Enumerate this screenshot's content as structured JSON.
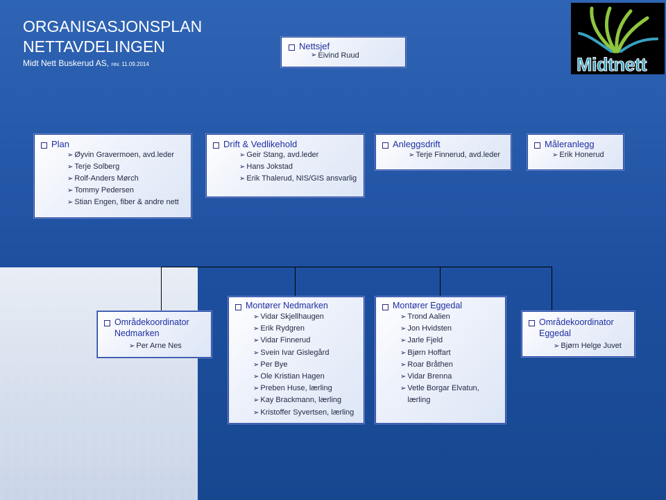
{
  "header": {
    "title_line1": "ORGANISASJONSPLAN",
    "title_line2": "NETTAVDELINGEN",
    "subtitle": "Midt Nett Buskerud AS,",
    "rev": "rev. 11.09.2014"
  },
  "logo": {
    "text": "Midtnett",
    "icon": "leaf-logo-icon"
  },
  "colors": {
    "background": "#1f4f9a",
    "box_text": "#1f2fa0",
    "box_border": "#1a3fa0"
  },
  "nettsjef": {
    "title": "Nettsjef",
    "members": [
      "Eivind Ruud"
    ]
  },
  "row1": [
    {
      "title": "Plan",
      "members": [
        "Øyvin Gravermoen, avd.leder",
        "Terje Solberg",
        "Rolf-Anders Mørch",
        "Tommy Pedersen",
        "Stian Engen, fiber & andre nett"
      ]
    },
    {
      "title": "Drift & Vedlikehold",
      "members": [
        "Geir Stang, avd.leder",
        "Hans Jokstad",
        "Erik Thalerud, NIS/GIS ansvarlig"
      ]
    },
    {
      "title": "Anleggsdrift",
      "members": [
        "Terje Finnerud, avd.leder"
      ]
    },
    {
      "title": "Måleranlegg",
      "members": [
        "Erik Honerud"
      ]
    }
  ],
  "row2": [
    {
      "title": "Områdekoordinator Nedmarken",
      "members": [
        "Per Arne Nes"
      ]
    },
    {
      "title": "Montører Nedmarken",
      "members": [
        "Vidar Skjellhaugen",
        "Erik Rydgren",
        "Vidar Finnerud",
        "Svein Ivar Gislegård",
        "Per Bye",
        "Ole Kristian Hagen",
        "Preben Huse, lærling",
        "Kay Brackmann, lærling",
        "Kristoffer Syvertsen, lærling"
      ]
    },
    {
      "title": "Montører Eggedal",
      "members": [
        "Trond Aalien",
        "Jon Hvidsten",
        "Jarle Fjeld",
        "Bjørn Hoffart",
        "Roar Bråthen",
        "Vidar Brenna",
        "Vetle Borgar Elvatun, lærling"
      ]
    },
    {
      "title": "Områdekoordinator Eggedal",
      "members": [
        "Bjørn Helge Juvet"
      ]
    }
  ]
}
